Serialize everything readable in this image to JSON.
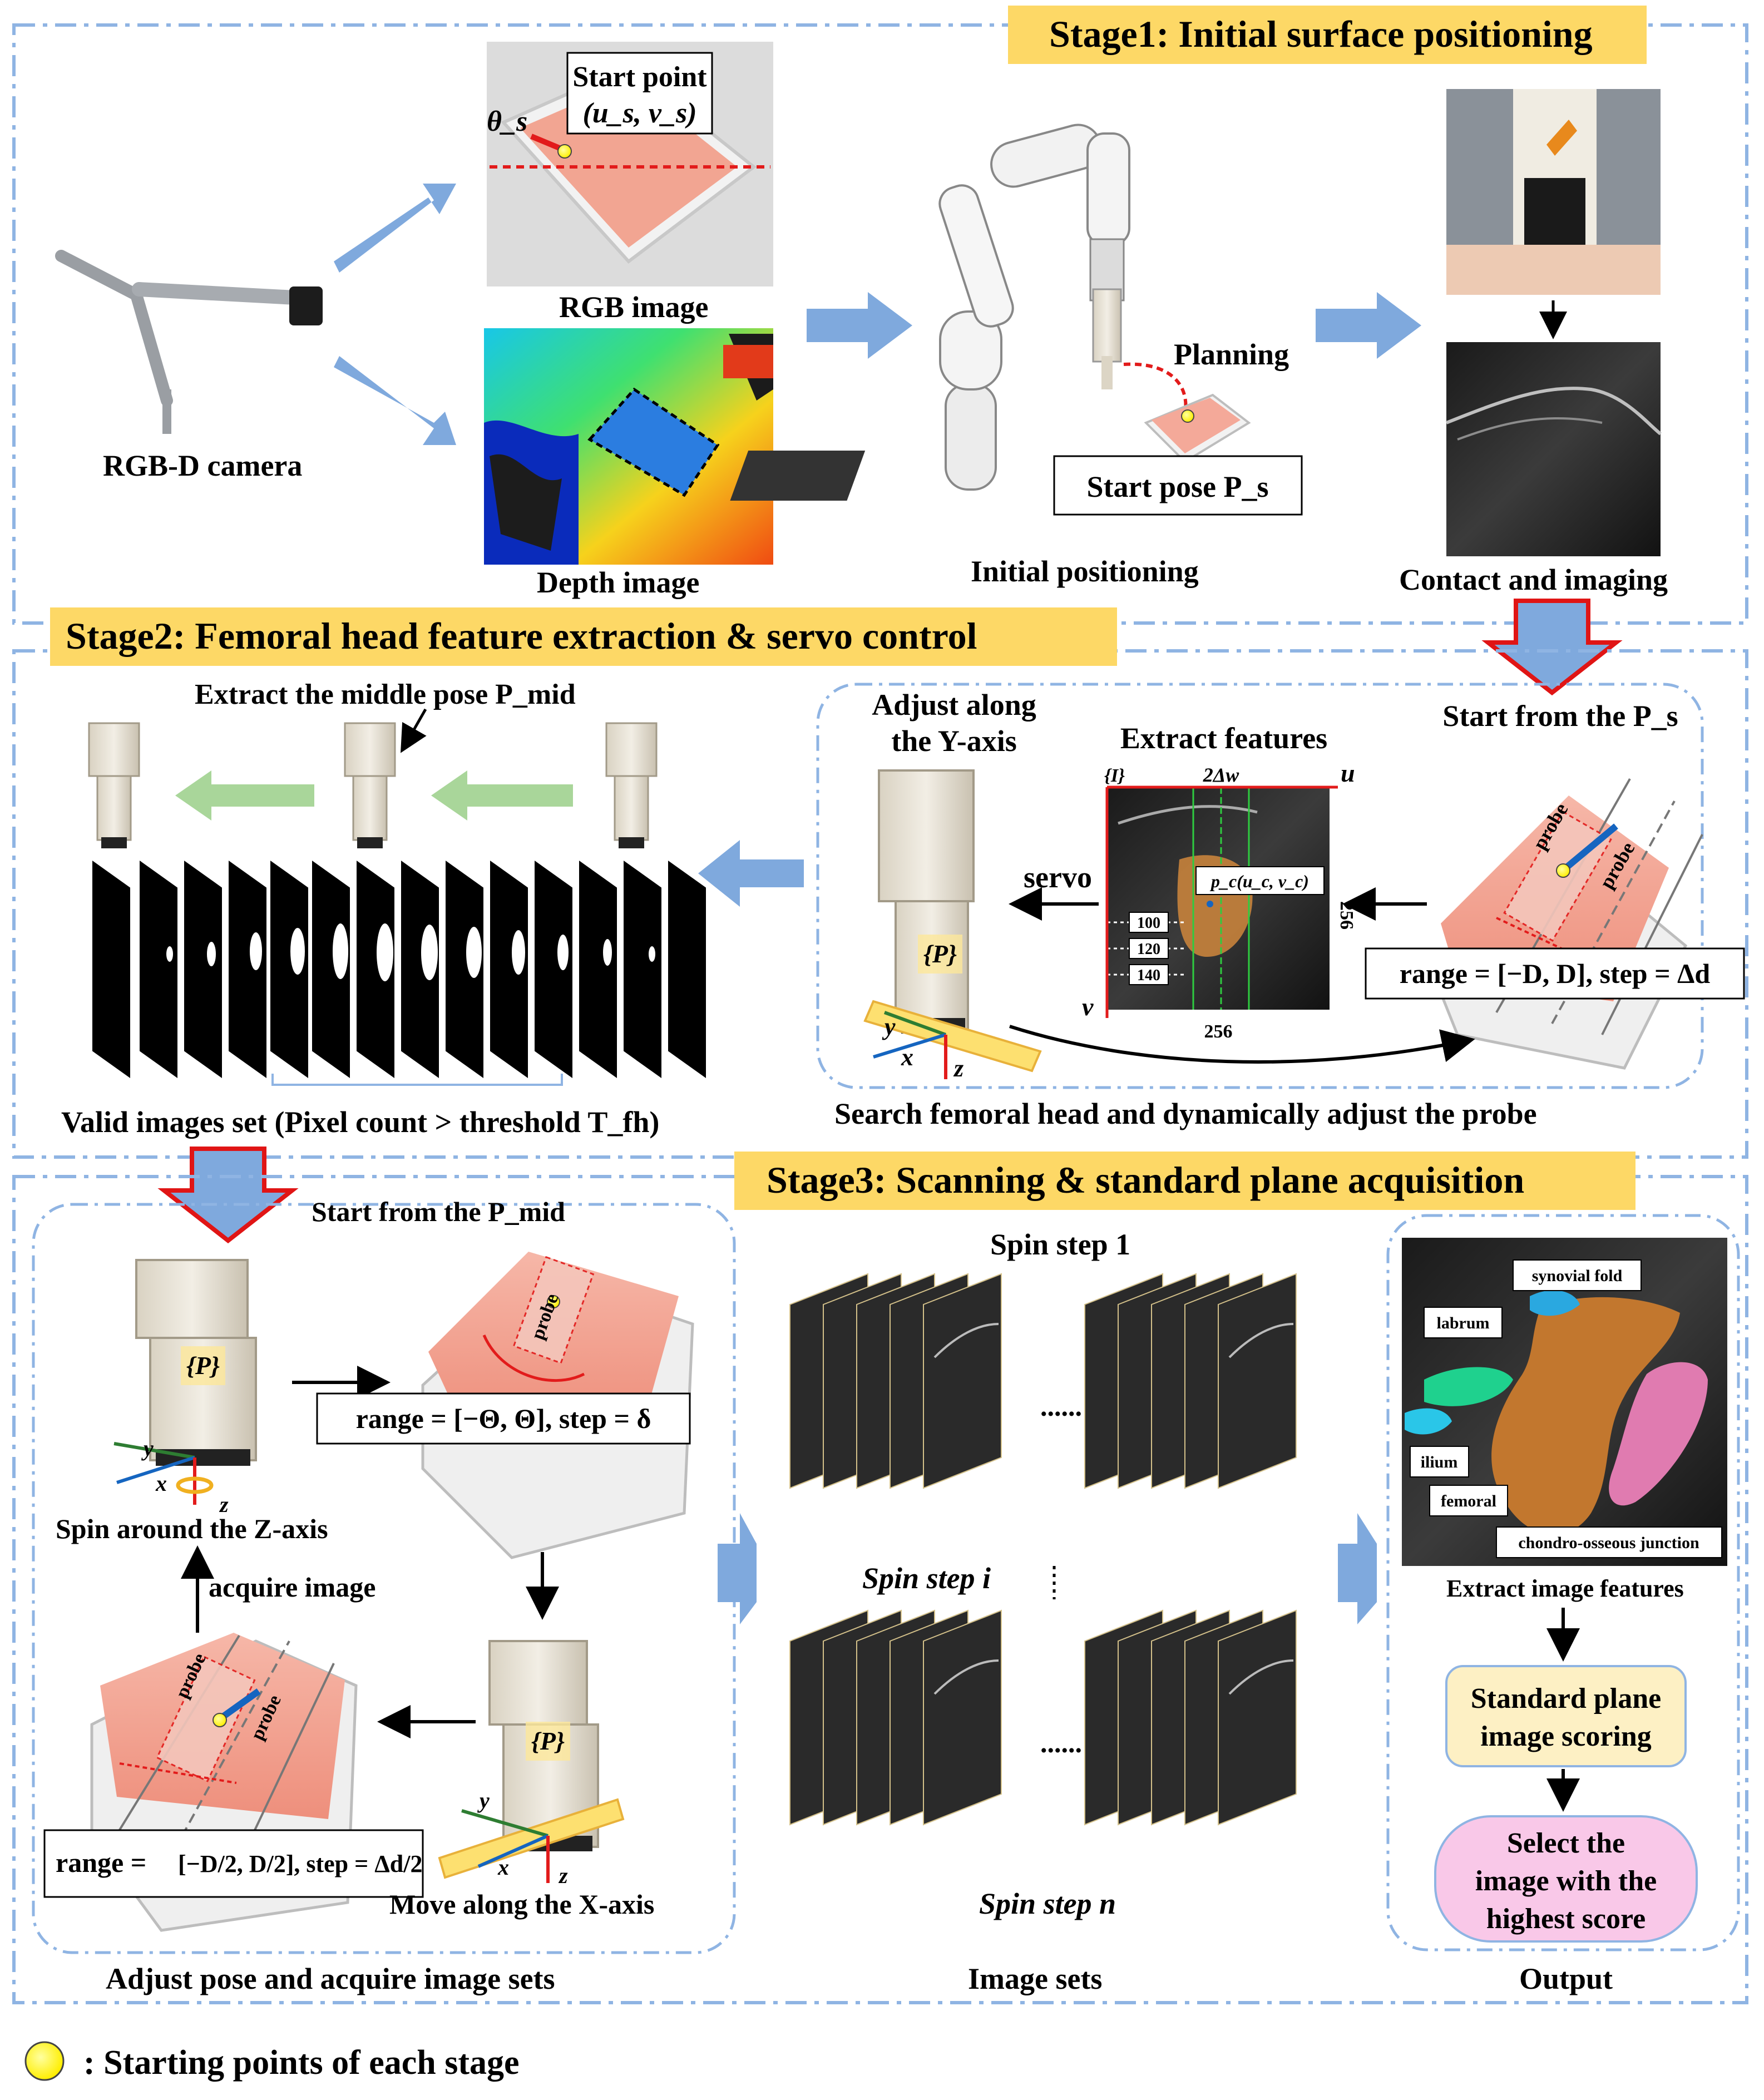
{
  "stage1": {
    "title": "Stage1: Initial surface positioning",
    "camera_label": "RGB-D camera",
    "rgb_label": "RGB image",
    "depth_label": "Depth image",
    "start_point_line1": "Start point",
    "start_point_line2": "(u_s, v_s)",
    "theta_label": "θ_s",
    "planning_label": "Planning",
    "start_pose_label": "Start pose P_s",
    "initial_positioning_label": "Initial positioning",
    "contact_label": "Contact and imaging"
  },
  "stage2": {
    "title": "Stage2: Femoral head feature extraction & servo control",
    "extract_mid_label": "Extract the middle pose P_mid",
    "valid_set_label": "Valid images set (Pixel count > threshold T_fh)",
    "adjust_y_line1": "Adjust along",
    "adjust_y_line2": "the Y-axis",
    "extract_features_label": "Extract features",
    "start_ps_label": "Start from the P_s",
    "servo_label": "servo",
    "frame_p_label": "{P}",
    "frame_i_label": "{I}",
    "axis_u": "u",
    "axis_v": "v",
    "two_dw": "2Δw",
    "pc_label": "p_c(u_c, v_c)",
    "rows": [
      "100",
      "120",
      "140"
    ],
    "width_label": "256",
    "height_label": "256",
    "range_label": "range = [−D, D],  step = Δd",
    "search_caption": "Search femoral head and dynamically adjust the probe",
    "probe_text": "probe",
    "axis_x": "x",
    "axis_y": "y",
    "axis_z": "z"
  },
  "stage3": {
    "title": "Stage3: Scanning & standard plane acquisition",
    "start_pmid_label": "Start from the P_mid",
    "range_theta_label": "range = [−Θ, Θ],  step = δ",
    "spin_z_label": "Spin around the Z-axis",
    "acquire_label": "acquire image",
    "range_d2_prefix": "range = ",
    "range_d2_value": "[−D/2, D/2],  step = Δd/2",
    "move_x_label": "Move along the X-axis",
    "adjust_caption": "Adjust pose and acquire image sets",
    "spin_step_1": "Spin step 1",
    "spin_step_i": "Spin step i",
    "spin_step_n": "Spin step n",
    "dots": "......",
    "image_sets_label": "Image sets",
    "anatomy": [
      "synovial fold",
      "labrum",
      "ilium",
      "femoral",
      "chondro-osseous junction"
    ],
    "extract_image_features_label": "Extract image features",
    "scoring_line1": "Standard plane",
    "scoring_line2": "image scoring",
    "select_line1": "Select the",
    "select_line2": "image with the",
    "select_line3": "highest score",
    "output_label": "Output"
  },
  "legend": {
    "label": ": Starting points of each stage"
  },
  "colors": {
    "stage_box_border": "#8fb4e3",
    "stage_title_bg": "#fdd866",
    "flow_arrow": "#7fa9dd",
    "green_arrow": "#a9d69a",
    "red_arrow_border": "#e01515",
    "start_dot": "#fff200",
    "scoring_box": "#fdf0c4",
    "select_box": "#f9c8e8",
    "phantom": "#f4a999"
  }
}
